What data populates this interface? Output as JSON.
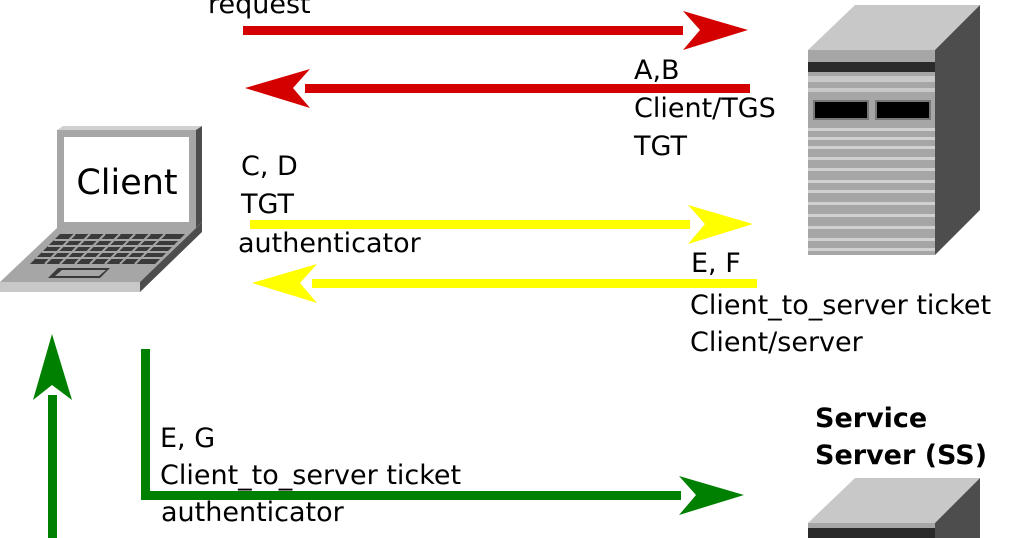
{
  "colors": {
    "as_exchange": "#d40000",
    "tgs_exchange": "#ffff00",
    "ss_exchange": "#008000",
    "server_front": "#a6a6a6",
    "server_top": "#c8c8c8",
    "server_side": "#505050"
  },
  "client": {
    "icon": "laptop-icon",
    "label": "Client"
  },
  "as_request": {
    "label": "request"
  },
  "as_reply": {
    "lines": [
      "A,B",
      "Client/TGS",
      "TGT"
    ]
  },
  "tgs_request": {
    "lines": [
      "C, D",
      "TGT",
      "authenticator"
    ]
  },
  "tgs_reply": {
    "lines": [
      "E, F",
      "Client_to_server ticket",
      "Client/server"
    ]
  },
  "ss_request": {
    "lines": [
      "E, G",
      "Client_to_server ticket",
      "authenticator"
    ]
  },
  "service_server": {
    "icon": "server-icon",
    "title_lines": [
      "Service",
      "Server (SS)"
    ]
  }
}
